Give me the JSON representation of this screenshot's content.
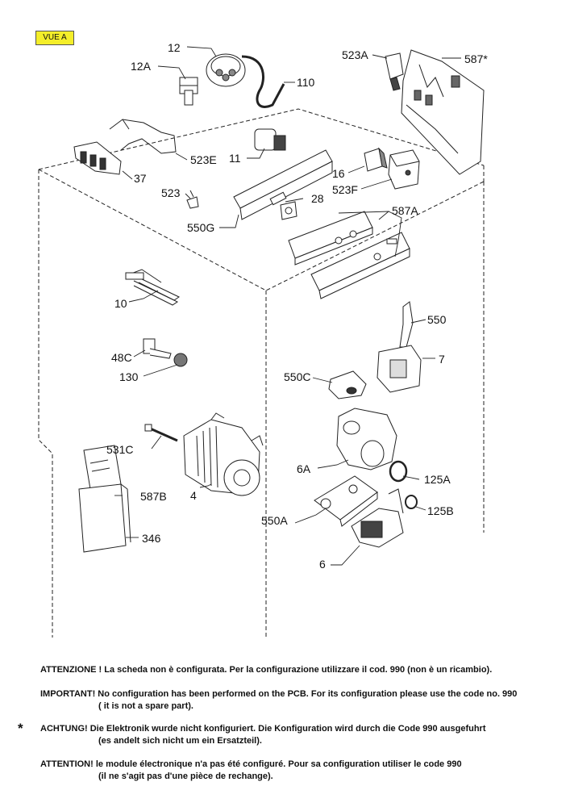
{
  "view_label": "VUE A",
  "parts": {
    "p12": "12",
    "p12a": "12A",
    "p110": "110",
    "p523a": "523A",
    "p587": "587*",
    "p523e": "523E",
    "p11": "11",
    "p37": "37",
    "p16": "16",
    "p523f": "523F",
    "p523": "523",
    "p28": "28",
    "p550g": "550G",
    "p587a": "587A",
    "p10": "10",
    "p550": "550",
    "p48c": "48C",
    "p130": "130",
    "p7": "7",
    "p550c": "550C",
    "p531c": "531C",
    "p6a": "6A",
    "p125a": "125A",
    "p587b": "587B",
    "p4": "4",
    "p125b": "125B",
    "p550a": "550A",
    "p346": "346",
    "p6": "6"
  },
  "notes": {
    "it": "ATTENZIONE ! La scheda non è configurata. Per la configurazione utilizzare il cod. 990 (non è un ricambio).",
    "en_1": "IMPORTANT! No configuration has been performed on the PCB. For its configuration please use the code no. 990",
    "en_2": "( it is not a spare part).",
    "de_1": "ACHTUNG! Die Elektronik wurde nicht konfiguriert. Die Konfiguration wird durch die Code 990 ausgefuhrt",
    "de_2": "(es andelt sich nicht um ein Ersatzteil).",
    "fr_1": "ATTENTION! le module électronique n'a pas été configuré. Pour  sa configuration utiliser le code 990",
    "fr_2": "(il ne s'agit pas d'une pièce de rechange).",
    "star": "*"
  }
}
